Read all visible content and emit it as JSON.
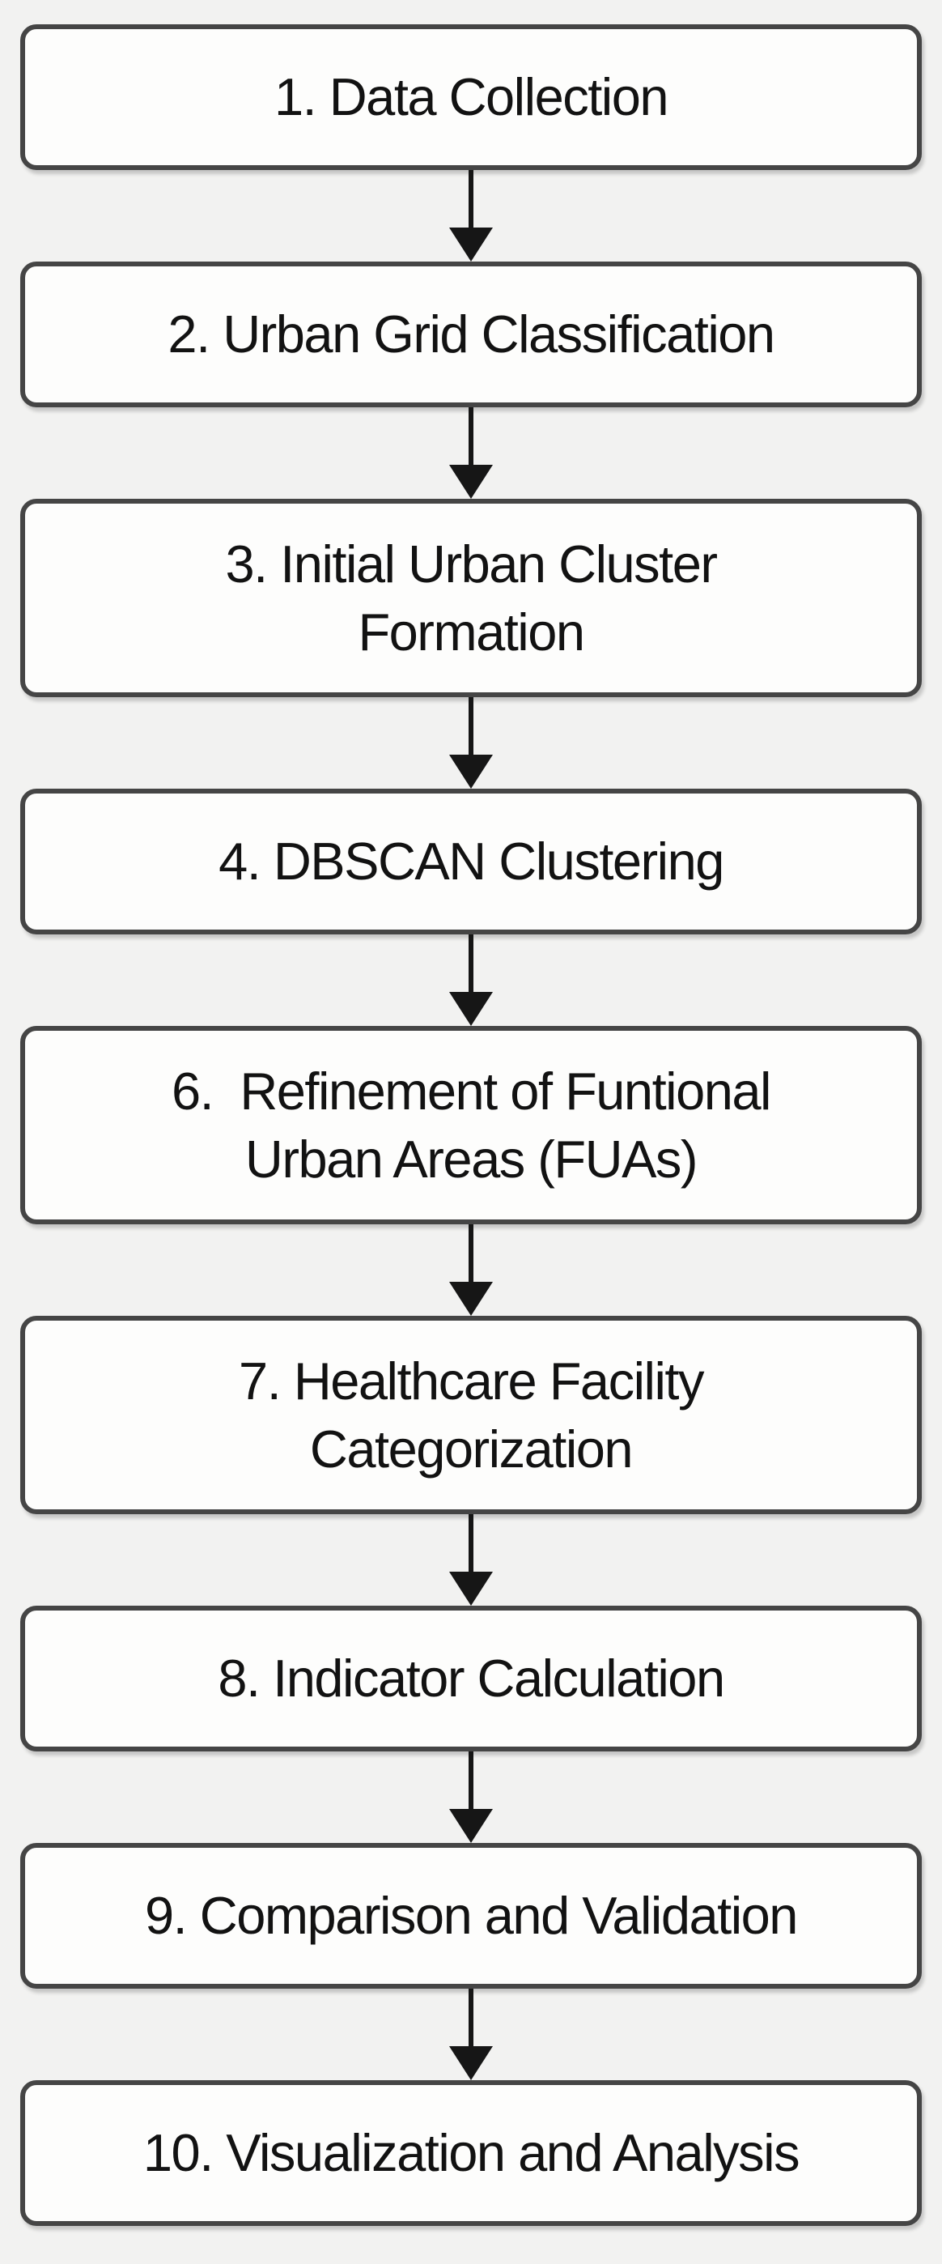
{
  "figure": {
    "background_color": "#f2f2f1",
    "box_fill": "#fdfdfc",
    "box_border_color": "#454545",
    "text_color": "#121212",
    "arrow_color": "#161616"
  },
  "title": "Methodology workflow flowchart",
  "steps": [
    {
      "number": "1",
      "label": "1. Data Collection"
    },
    {
      "number": "2",
      "label": "2. Urban Grid Classification"
    },
    {
      "number": "3",
      "label": "3. Initial Urban Cluster\nFormation"
    },
    {
      "number": "4",
      "label": "4. DBSCAN Clustering"
    },
    {
      "number": "6",
      "label": "6.  Refinement of Funtional\nUrban Areas (FUAs)"
    },
    {
      "number": "7",
      "label": "7. Healthcare Facility\nCategorization"
    },
    {
      "number": "8",
      "label": "8. Indicator Calculation"
    },
    {
      "number": "9",
      "label": "9. Comparison and Validation"
    },
    {
      "number": "10",
      "label": "10. Visualization and Analysis"
    }
  ]
}
